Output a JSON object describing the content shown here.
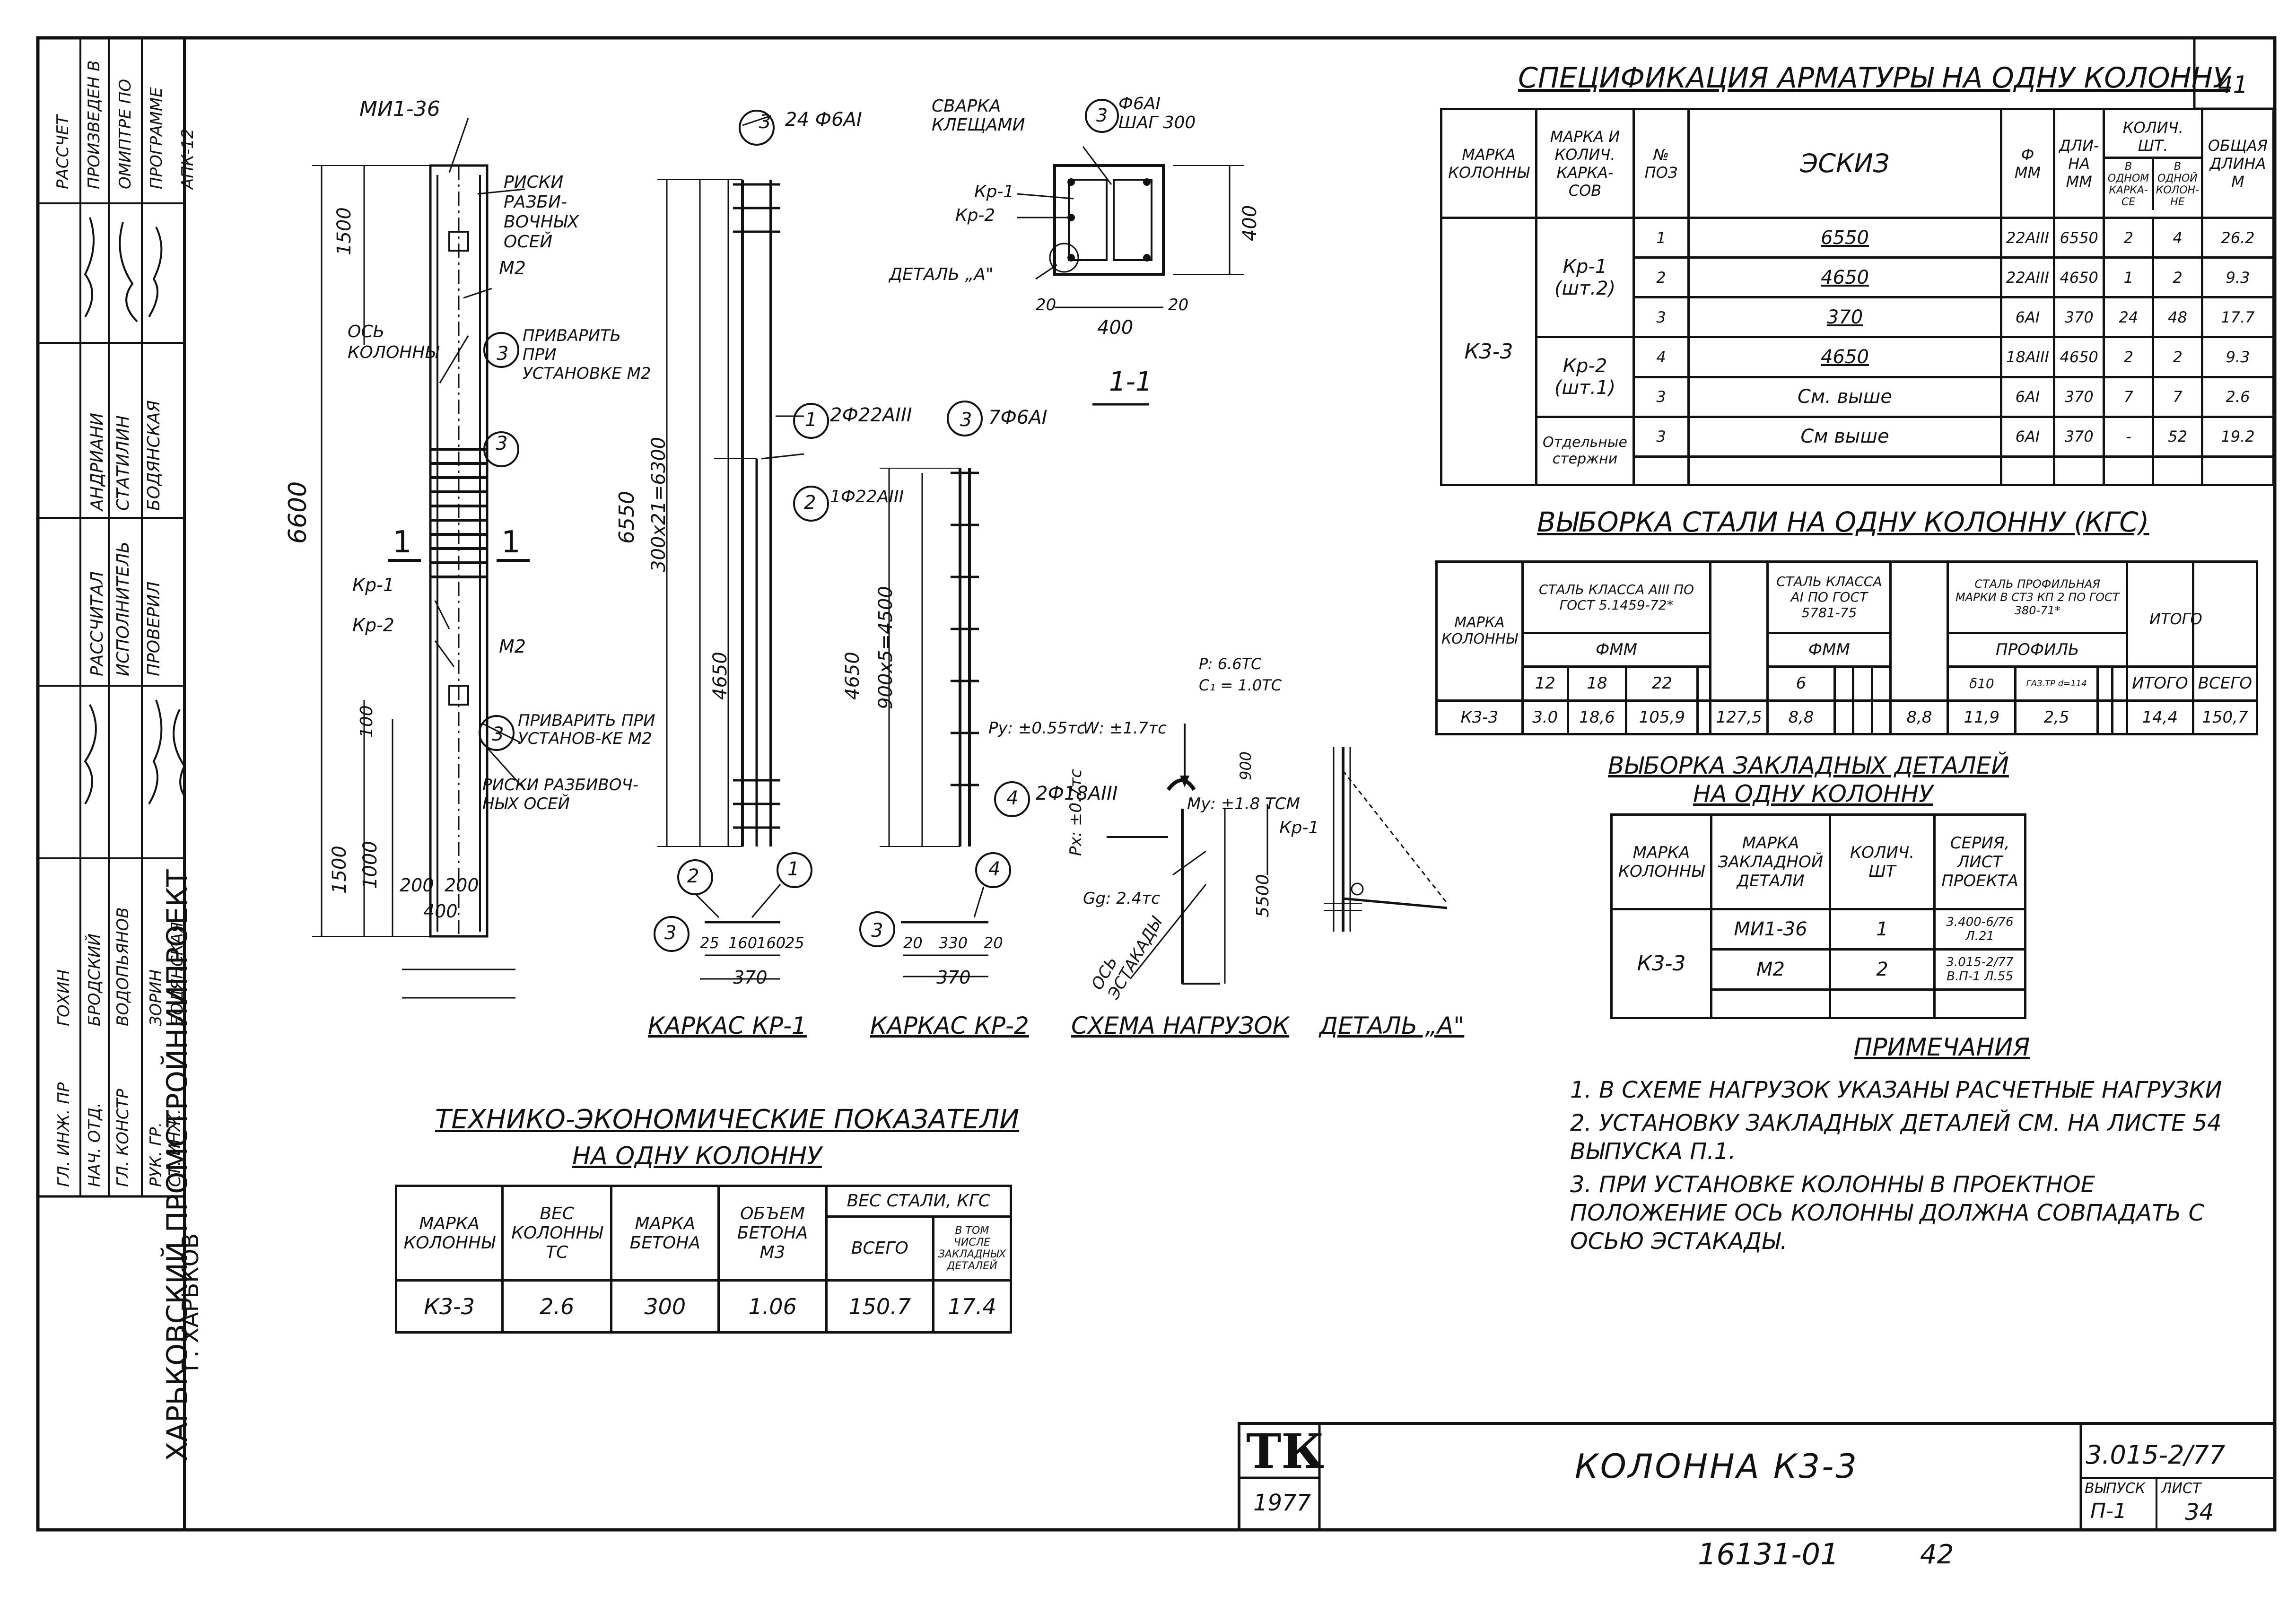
{
  "stamp": {
    "org_name": "ХАРЬКОВСКИЙ ПРОМСТРОЙНИИПРОЕКТ",
    "org_city": "Г. ХАРЬКОВ",
    "note": "РАССЧЕТ ПРОИЗВЕДЕН В ОМИПТРЕ ПО ПРОГРАММЕ АПК-12",
    "roles": [
      "ГЛ. ИНЖ. ПР",
      "НАЧ. ОТД.",
      "ГЛ. КОНСТР",
      "РУК. ГР.",
      "СТ. ИНЖ.",
      "РАССЧИТАЛ",
      "ИСПОЛНИТЕЛЬ",
      "ПРОВЕРИЛ"
    ],
    "names": [
      "ГОХИН",
      "БРОДСКИЙ",
      "ВОДОПЬЯНОВ",
      "ЗОРИН",
      "БОДЯНСКАЯ",
      "АНДРИАНИ",
      "СТАТИЛИН",
      "БОДЯНСКАЯ"
    ]
  },
  "drawing": {
    "label_mi": "МИ1-36",
    "risks": "РИСКИ РАЗБИ-ВОЧНЫХ ОСЕЙ",
    "m2": "М2",
    "axis": "ОСЬ КОЛОННЫ",
    "weld_install": "ПРИВАРИТЬ ПРИ УСТАНОВКЕ М2",
    "weld_install2": "ПРИВАРИТЬ ПРИ УСТАНОВ-КЕ М2",
    "risks2": "РИСКИ РАЗБИВОЧ-НЫХ ОСЕЙ",
    "kr1": "Кр-1",
    "kr2": "Кр-2",
    "section_label": "1",
    "section_title": "1-1",
    "dim_6600": "6600",
    "dim_1500a": "1500",
    "dim_1500b": "1500",
    "dim_1000": "1000",
    "dim_100": "100",
    "dim_200a": "200",
    "dim_200b": "200",
    "dim_400": "400",
    "dim_6550": "6550",
    "dim_4650a": "4650",
    "dim_300x21": "300х21=6300",
    "dim_4650b": "4650",
    "dim_900x5": "900х5=4500",
    "dim_370a": "370",
    "dim_370b": "370",
    "dim_25": "25",
    "dim_160": "160",
    "dim_330": "330",
    "dim_20": "20",
    "bar_3a": "24 Ф6АI",
    "bar_1": "2Ф22АIII",
    "bar_2": "1Ф22АIII",
    "bar_3b": "7Ф6АI",
    "bar_4": "2Ф18АIII",
    "weld_clamps": "СВАРКА КЛЕЩАМИ",
    "step": "Ф6АI ШАГ 300",
    "detail_a": "ДЕТАЛЬ „А\"",
    "cap_kr1": "КАРКАС КР-1",
    "cap_kr2": "КАРКАС КР-2",
    "cap_loads": "СХЕМА НАГРУЗОК",
    "cap_detail": "ДЕТАЛЬ „А\"",
    "loads": {
      "p": "P: 6.6ТС",
      "c": "C₁ = 1.0ТС",
      "py": "Py: ±0.55тс",
      "w": "W: ±1.7тс",
      "px": "Px: ±0.7тс",
      "my": "My: ±1.8 ТСМ",
      "g": "Gg: 2.4тс",
      "h5500": "5500",
      "h900": "900",
      "axis_est": "ОСЬ ЭСТАКАДЫ"
    }
  },
  "spec": {
    "title": "СПЕЦИФИКАЦИЯ АРМАТУРЫ НА ОДНУ КОЛОННУ",
    "sheet_no": "41",
    "headers": [
      "МАРКА КОЛОННЫ",
      "МАРКА И КОЛИЧ. КАРКА-СОВ",
      "№ ПОЗ",
      "ЭСКИЗ",
      "Ф ММ",
      "ДЛИ-НА ММ",
      "В ОДНОМ КАРКА-СЕ",
      "В ОДНОЙ КОЛОН-НЕ",
      "ОБЩАЯ ДЛИНА М"
    ],
    "col_count_header": "КОЛИЧ. ШТ.",
    "mark": "К3-3",
    "rows": [
      {
        "group": "Кр-1 (шт.2)",
        "pos": "1",
        "sketch": "6550",
        "dia": "22АIII",
        "len": "6550",
        "n1": "2",
        "n2": "4",
        "total": "26.2"
      },
      {
        "group": "",
        "pos": "2",
        "sketch": "4650",
        "dia": "22АIII",
        "len": "4650",
        "n1": "1",
        "n2": "2",
        "total": "9.3"
      },
      {
        "group": "",
        "pos": "3",
        "sketch": "370",
        "dia": "6АI",
        "len": "370",
        "n1": "24",
        "n2": "48",
        "total": "17.7"
      },
      {
        "group": "Кр-2 (шт.1)",
        "pos": "4",
        "sketch": "4650",
        "dia": "18АIII",
        "len": "4650",
        "n1": "2",
        "n2": "2",
        "total": "9.3"
      },
      {
        "group": "",
        "pos": "3",
        "sketch": "См. выше",
        "dia": "6АI",
        "len": "370",
        "n1": "7",
        "n2": "7",
        "total": "2.6"
      },
      {
        "group": "Отдельные стержни",
        "pos": "3",
        "sketch": "См выше",
        "dia": "6АI",
        "len": "370",
        "n1": "-",
        "n2": "52",
        "total": "19.2"
      }
    ]
  },
  "steel": {
    "title": "ВЫБОРКА СТАЛИ НА ОДНУ КОЛОННУ (КГС)",
    "h_mark": "МАРКА КОЛОННЫ",
    "h_a3": "СТАЛЬ КЛАССА АIII ПО ГОСТ 5.1459-72*",
    "h_a1": "СТАЛЬ КЛАССА АI ПО ГОСТ 5781-75",
    "h_prof": "СТАЛЬ ПРОФИЛЬНАЯ МАРКИ В СТ3 КП 2 ПО ГОСТ 380-71*",
    "h_fmm": "ФММ",
    "h_profile": "ПРОФИЛЬ",
    "h_itogo": "ИТОГО",
    "h_vsego": "ВСЕГО",
    "d12": "12",
    "d18": "18",
    "d22": "22",
    "d6": "6",
    "p1": "δ10",
    "p2": "ГАЗ.ТР d=114",
    "mark": "К3-3",
    "v12": "3.0",
    "v18": "18,6",
    "v22": "105,9",
    "it1": "127,5",
    "v6": "8,8",
    "it2": "8,8",
    "vp1": "11,9",
    "vp2": "2,5",
    "it3": "14,4",
    "total": "150,7"
  },
  "embed": {
    "title1": "ВЫБОРКА ЗАКЛАДНЫХ ДЕТАЛЕЙ",
    "title2": "НА ОДНУ КОЛОННУ",
    "headers": [
      "МАРКА КОЛОННЫ",
      "МАРКА ЗАКЛАДНОЙ ДЕТАЛИ",
      "КОЛИЧ. ШТ",
      "СЕРИЯ, ЛИСТ ПРОЕКТА"
    ],
    "mark": "К3-3",
    "rows": [
      {
        "detail": "МИ1-36",
        "qty": "1",
        "series": "3.400-6/76 Л.21"
      },
      {
        "detail": "М2",
        "qty": "2",
        "series": "3.015-2/77 В.П-1 Л.55"
      }
    ]
  },
  "notes": {
    "title": "ПРИМЕЧАНИЯ",
    "items": [
      "1. В СХЕМЕ НАГРУЗОК УКАЗАНЫ РАСЧЕТНЫЕ НАГРУЗКИ",
      "2. УСТАНОВКУ ЗАКЛАДНЫХ ДЕТАЛЕЙ СМ. НА ЛИСТЕ 54 ВЫПУСКА П.1.",
      "3. ПРИ УСТАНОВКЕ КОЛОННЫ В ПРОЕКТНОЕ ПОЛОЖЕНИЕ ОСЬ КОЛОННЫ ДОЛЖНА СОВПАДАТЬ С ОСЬЮ ЭСТАКАДЫ."
    ]
  },
  "tep": {
    "title1": "ТЕХНИКО-ЭКОНОМИЧЕСКИЕ ПОКАЗАТЕЛИ",
    "title2": "НА ОДНУ КОЛОННУ",
    "h_mark": "МАРКА КОЛОННЫ",
    "h_weight": "ВЕС КОЛОННЫ ТС",
    "h_concrete": "МАРКА БЕТОНА",
    "h_volume": "ОБЪЕМ БЕТОНА М3",
    "h_steel": "ВЕС СТАЛИ, КГС",
    "h_total": "ВСЕГО",
    "h_incl": "В ТОМ ЧИСЛЕ ЗАКЛАДНЫХ ДЕТАЛЕЙ",
    "mark": "К3-3",
    "weight": "2.6",
    "concrete": "300",
    "volume": "1.06",
    "total": "150.7",
    "incl": "17.4"
  },
  "title_block": {
    "logo": "ТК",
    "year": "1977",
    "name": "КОЛОННА К3-3",
    "series": "3.015-2/77",
    "issue_label": "ВЫПУСК",
    "issue": "П-1",
    "sheet_label": "ЛИСТ",
    "sheet": "34"
  },
  "footer": {
    "code": "16131-01",
    "page": "42"
  }
}
